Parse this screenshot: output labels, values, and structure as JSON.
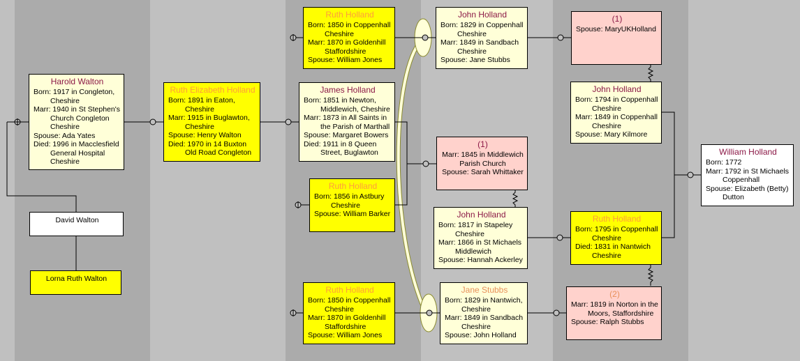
{
  "colors": {
    "light_band": "#c0c0c0",
    "dark_band": "#ababab",
    "box_cream": "#ffffd8",
    "box_yellow": "#ffff00",
    "box_pink": "#ffd2cc",
    "box_white": "#ffffff",
    "name_maroon": "#8b1846",
    "name_orange": "#ff9d3c"
  },
  "boxes": [
    {
      "id": "harold",
      "name": "Harold Walton",
      "lines": [
        "Born: 1917 in Congleton, Cheshire",
        "Marr: 1940 in St Stephen's Church Congleton Cheshire",
        "Spouse: Ada Yates",
        "Died: 1996 in Macclesfield General Hospital Cheshire"
      ]
    },
    {
      "id": "ruthe",
      "name": "Ruth Elizabeth Holland",
      "lines": [
        "Born: 1891 in Eaton, Cheshire",
        "Marr: 1915 in Buglawton, Cheshire",
        "Spouse: Henry Walton",
        "Died: 1970 in 14 Buxton Old Road Congleton"
      ]
    },
    {
      "id": "david",
      "name": "David Walton",
      "lines": []
    },
    {
      "id": "lorna",
      "name": "Lorna Ruth Walton",
      "lines": []
    },
    {
      "id": "rutht",
      "name": "Ruth Holland",
      "lines": [
        "Born: 1850 in Coppenhall Cheshire",
        "Marr: 1870 in Goldenhill Staffordshire",
        "Spouse: William Jones"
      ]
    },
    {
      "id": "james",
      "name": "James Holland",
      "lines": [
        "Born: 1851 in Newton, Middlewich, Cheshire",
        "Marr: 1873 in All Saints in the Parish of Marthall",
        "Spouse: Margaret Bowers",
        "Died: 1911 in 8 Queen Street, Buglawton"
      ]
    },
    {
      "id": "ruthm",
      "name": "Ruth Holland",
      "lines": [
        "Born: 1856 in Astbury Cheshire",
        "Spouse: William Barker"
      ]
    },
    {
      "id": "ruthb",
      "name": "Ruth Holland",
      "lines": [
        "Born: 1850 in Coppenhall Cheshire",
        "Marr: 1870 in Goldenhill Staffordshire",
        "Spouse: William Jones"
      ]
    },
    {
      "id": "john1829",
      "name": "John Holland",
      "lines": [
        "Born: 1829 in Coppenhall Cheshire",
        "Marr: 1849 in Sandbach Cheshire",
        "Spouse: Jane Stubbs"
      ]
    },
    {
      "id": "m1mid",
      "name": "(1)",
      "lines": [
        "Marr: 1845 in Middlewich Parish Church",
        "Spouse: Sarah Whittaker"
      ]
    },
    {
      "id": "john1817",
      "name": "John Holland",
      "lines": [
        "Born: 1817 in Stapeley Cheshire",
        "Marr: 1866 in St Michaels Middlewich",
        "Spouse: Hannah Ackerley"
      ]
    },
    {
      "id": "jane",
      "name": "Jane Stubbs",
      "lines": [
        "Born: 1829 in Nantwich, Cheshire",
        "Marr: 1849 in Sandbach Cheshire",
        "Spouse: John Holland"
      ]
    },
    {
      "id": "m1top",
      "name": "(1)",
      "lines": [
        "Spouse: MaryUKHolland"
      ]
    },
    {
      "id": "john1794",
      "name": "John Holland",
      "lines": [
        "Born: 1794 in Coppenhall Cheshire",
        "Marr: 1849 in Coppenhall Cheshire",
        "Spouse: Mary Kilmore"
      ]
    },
    {
      "id": "ruth1795",
      "name": "Ruth Holland",
      "lines": [
        "Born: 1795 in Coppenhall Cheshire",
        "Died: 1831 in Nantwich Cheshire"
      ]
    },
    {
      "id": "m2",
      "name": "(2)",
      "lines": [
        "Marr: 1819 in Norton in the Moors, Staffordshire",
        "Spouse: Ralph Stubbs"
      ]
    },
    {
      "id": "william",
      "name": "William Holland",
      "lines": [
        "Born: 1772",
        "Marr: 1792 in St Michaels Coppenhall",
        "Spouse: Elizabeth (Betty) Dutton"
      ]
    }
  ]
}
